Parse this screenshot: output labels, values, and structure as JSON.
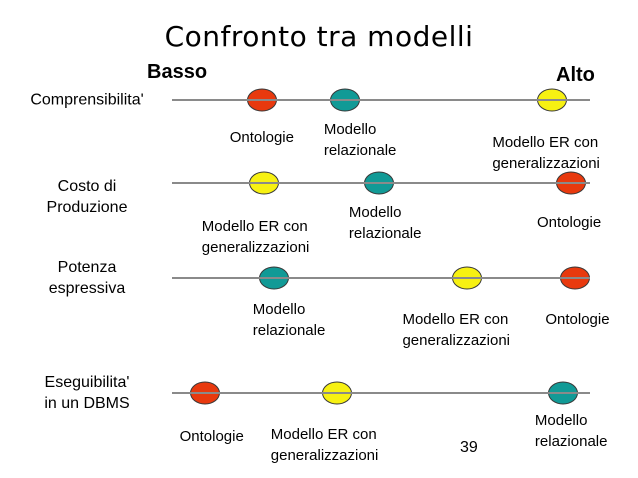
{
  "title": "Confronto tra modelli",
  "axis": {
    "low": "Basso",
    "high": "Alto"
  },
  "page_number": "39",
  "colors": {
    "ontologie": "#E8390E",
    "modello_relazionale": "#119A96",
    "modello_er_con_generalizzazioni": "#F7F112",
    "scale_line": "#8A8A8A"
  },
  "chart_data": {
    "type": "scatter",
    "axis_range_labels": [
      "Basso",
      "Alto"
    ],
    "rows": [
      {
        "criterion": "Comprensibilita'",
        "dots": [
          {
            "model": "Ontologie",
            "color": "#E8390E",
            "pos": 21.5,
            "label": "Ontologie",
            "label_pos": 21.5,
            "label_dy": 27
          },
          {
            "model": "Modello relazionale",
            "color": "#119A96",
            "pos": 41.5,
            "label": "Modello\nrelazionale",
            "label_pos": 45,
            "label_dy": 19
          },
          {
            "model": "Modello ER con generalizzazioni",
            "color": "#F7F112",
            "pos": 91,
            "label": "Modello ER con\ngeneralizzazioni",
            "label_pos": 89.5,
            "label_dy": 32
          }
        ]
      },
      {
        "criterion": "Costo di\nProduzione",
        "dots": [
          {
            "model": "Modello ER con generalizzazioni",
            "color": "#F7F112",
            "pos": 22,
            "label": "Modello ER con\ngeneralizzazioni",
            "label_pos": 20,
            "label_dy": 33
          },
          {
            "model": "Modello relazionale",
            "color": "#119A96",
            "pos": 49.5,
            "label": "Modello\nrelazionale",
            "label_pos": 51,
            "label_dy": 19
          },
          {
            "model": "Ontologie",
            "color": "#E8390E",
            "pos": 95.5,
            "label": "Ontologie",
            "label_pos": 95,
            "label_dy": 29
          }
        ]
      },
      {
        "criterion": "Potenza\nespressiva",
        "dots": [
          {
            "model": "Modello relazionale",
            "color": "#119A96",
            "pos": 24.5,
            "label": "Modello\nrelazionale",
            "label_pos": 28,
            "label_dy": 21
          },
          {
            "model": "Modello ER con generalizzazioni",
            "color": "#F7F112",
            "pos": 70.5,
            "label": "Modello ER con\ngeneralizzazioni",
            "label_pos": 68,
            "label_dy": 31
          },
          {
            "model": "Ontologie",
            "color": "#E8390E",
            "pos": 96.5,
            "label": "Ontologie",
            "label_pos": 97,
            "label_dy": 31
          }
        ]
      },
      {
        "criterion": "Eseguibilita'\nin un DBMS",
        "dots": [
          {
            "model": "Ontologie",
            "color": "#E8390E",
            "pos": 8,
            "label": "Ontologie",
            "label_pos": 9.5,
            "label_dy": 33
          },
          {
            "model": "Modello ER con generalizzazioni",
            "color": "#F7F112",
            "pos": 39.5,
            "label": "Modello ER con\ngeneralizzazioni",
            "label_pos": 36.5,
            "label_dy": 31
          },
          {
            "model": "Modello relazionale",
            "color": "#119A96",
            "pos": 93.5,
            "label": "Modello\nrelazionale",
            "label_pos": 95.5,
            "label_dy": 17
          }
        ]
      }
    ]
  }
}
